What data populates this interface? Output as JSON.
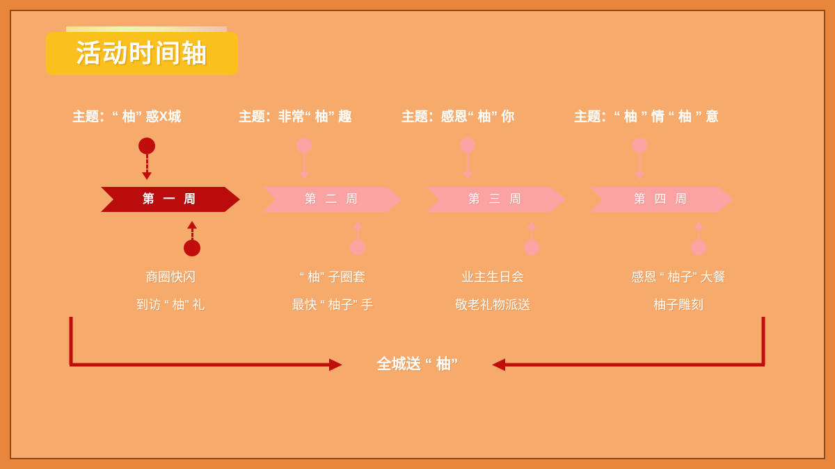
{
  "slide": {
    "title": "活动时间轴",
    "background_color": "#f6ab6d",
    "border_color": "#e8873c",
    "accent_red": "#ba0c0c",
    "accent_pink": "#fba3a3",
    "badge_color": "#f9c01e"
  },
  "themes": [
    {
      "text": "主题：“ 柚”  惑X城"
    },
    {
      "text": "主题：非常“ 柚”  趣"
    },
    {
      "text": "主题：感恩“ 柚”  你"
    },
    {
      "text": "主题：“ 柚 ” 情 “ 柚 ” 意"
    }
  ],
  "weeks": [
    {
      "label": "第 一 周",
      "state": "active"
    },
    {
      "label": "第 二 周",
      "state": "inactive"
    },
    {
      "label": "第 三 周",
      "state": "inactive"
    },
    {
      "label": "第 四 周",
      "state": "inactive"
    }
  ],
  "activities": [
    {
      "line1": "商圈快闪",
      "line2": "到访 “ 柚”  礼"
    },
    {
      "line1": "“ 柚”  子圈套",
      "line2": "最快 “ 柚子”  手"
    },
    {
      "line1": "业主生日会",
      "line2": "敬老礼物派送"
    },
    {
      "line1": "感恩 “ 柚子”  大餐",
      "line2": "柚子雕刻"
    }
  ],
  "footer": {
    "text": "全城送 “ 柚”"
  }
}
